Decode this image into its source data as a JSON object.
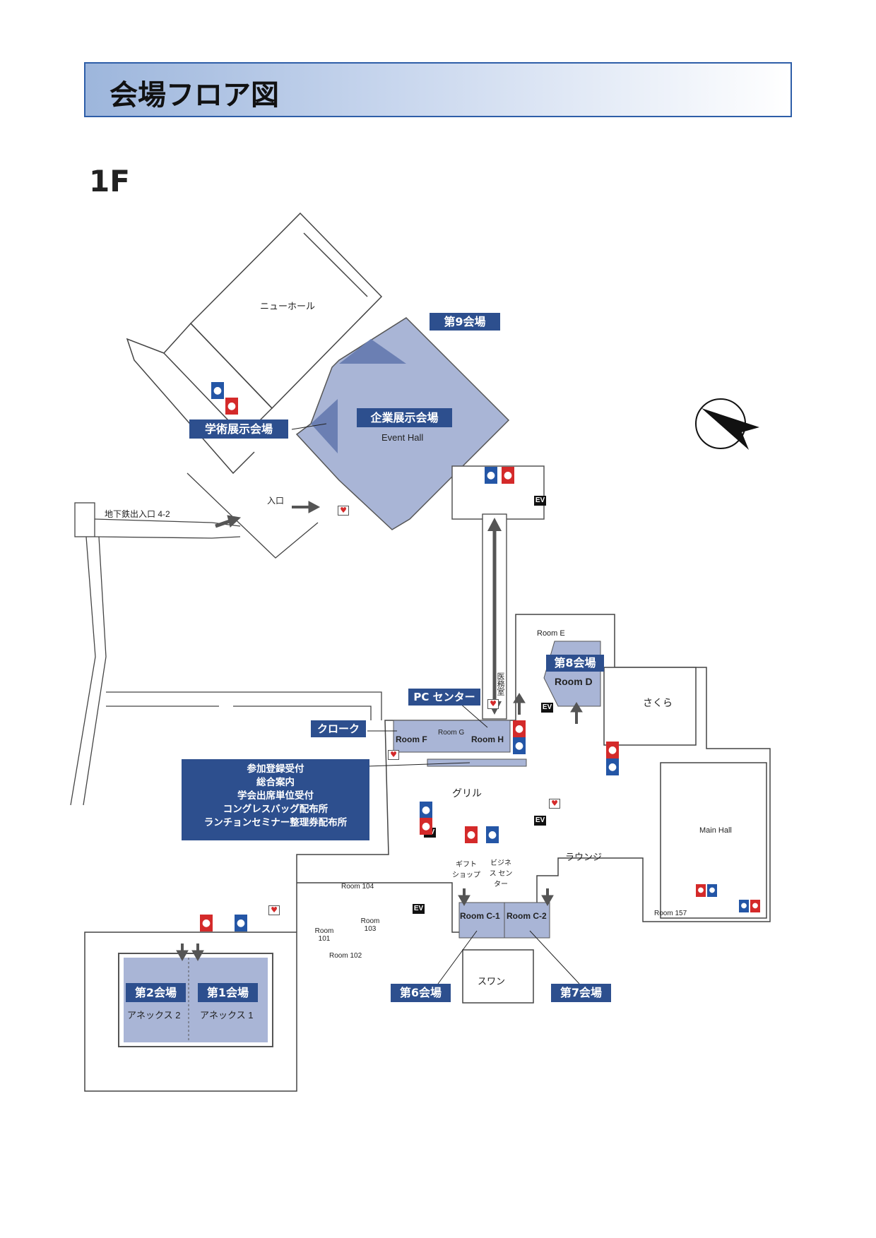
{
  "header": {
    "title": "会場フロア図"
  },
  "floor": "1F",
  "labels": {
    "venue9": "第9会場",
    "expo": "企業展示会場",
    "event_hall": "Event Hall",
    "academic": "学術展示会場",
    "new_hall": "ニューホール",
    "entrance": "入口",
    "subway": "地下鉄出入口 4-2",
    "venue8": "第8会場",
    "room_d": "Room D",
    "room_e": "Room E",
    "medical": "医務室",
    "pc_center": "PC センター",
    "cloak": "クローク",
    "room_f": "Room F",
    "room_g": "Room G",
    "room_h": "Room H",
    "sakura": "さくら",
    "grill": "グリル",
    "main_hall": "Main Hall",
    "lounge": "ラウンジ",
    "gift": "ギフト ショップ",
    "business": "ビジネス センター",
    "room104": "Room 104",
    "room101": "Room 101",
    "room102": "Room 102",
    "room103": "Room 103",
    "room157": "Room 157",
    "room_c1": "Room C-1",
    "room_c2": "Room C-2",
    "swan": "スワン",
    "venue6": "第6会場",
    "venue7": "第7会場",
    "venue2": "第2会場",
    "venue1": "第1会場",
    "annex2": "アネックス 2",
    "annex1": "アネックス 1",
    "ev": "EV"
  },
  "info_box": [
    "参加登録受付",
    "総合案内",
    "学会出席単位受付",
    "コングレスバッグ配布所",
    "ランチョンセミナー整理券配布所"
  ],
  "colors": {
    "label_bg": "#2d4f8e",
    "room_fill": "#a9b5d6",
    "title_border": "#2e5ea8",
    "wc_male": "#2456a6",
    "wc_female": "#d42a2a"
  },
  "icons": [
    "north-arrow-icon",
    "male-restroom-icon",
    "female-restroom-icon",
    "elevator-icon",
    "aed-icon",
    "direction-arrow-icon"
  ]
}
